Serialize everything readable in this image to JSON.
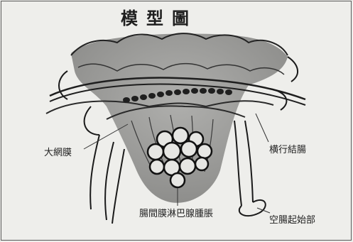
{
  "title": "模型圖",
  "labels": {
    "greater_omentum": "大網膜",
    "transverse_colon": "横行結腸",
    "lymph_nodes": "腸間膜淋巴腺腫脹",
    "jejunum_start": "空腸起始部"
  }
}
